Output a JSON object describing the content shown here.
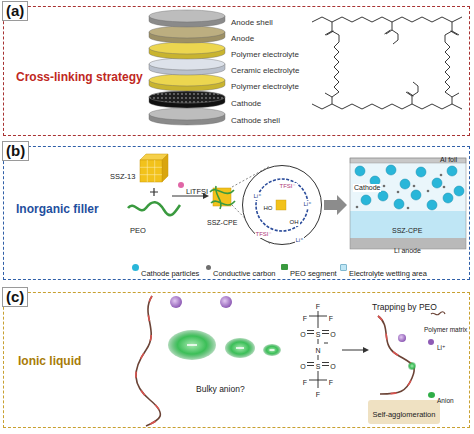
{
  "diagram": {
    "nodes": [
      {
        "text": [
          "(a)",
          "Cross-linking strategy"
        ]
      },
      {
        "text": [
          "(b)",
          "Inorganic filler"
        ]
      },
      {
        "text": [
          "TFSI⁻",
          "Li⁺",
          "Li⁺",
          "HO",
          "OH",
          "TFSI⁻",
          "Li⁺"
        ],
        "in": 1
      },
      {
        "text": [
          "(c)",
          "Ionic liquid"
        ]
      },
      {
        "text": [
          "Self-agglomeration"
        ],
        "in": 3
      }
    ],
    "labels": [
      "Anode shell",
      "Anode",
      "Polymer electrolyte",
      "Ceramic electrolyte",
      "Polymer electrolyte",
      "Cathode",
      "Cathode shell",
      "SSZ-13",
      "LiTFSI",
      "PEO",
      "SSZ-CPE",
      "Al foil",
      "Cathode",
      "SSZ-CPE",
      "Li anode",
      "F",
      "F",
      "F",
      "O",
      "S",
      "O",
      "N",
      "O",
      "S",
      "O",
      "F",
      "F",
      "F",
      "Bulky anion?",
      "Trapping by PEO"
    ],
    "legend": [
      {
        "text": "Cathode particles",
        "color": "#29b6d9"
      },
      {
        "text": "Conductive carbon",
        "color": "#6e6e6e"
      },
      {
        "text": "PEO segment",
        "color": "#3a9a3f"
      },
      {
        "text": "Electrolyte wetting area",
        "color": "#bfe6f5"
      },
      {
        "text": "Polymer matrix"
      },
      {
        "text": "Li⁺",
        "color": "#8e5bb5"
      },
      {
        "text": "Anion",
        "color": "#2fae48"
      }
    ]
  }
}
